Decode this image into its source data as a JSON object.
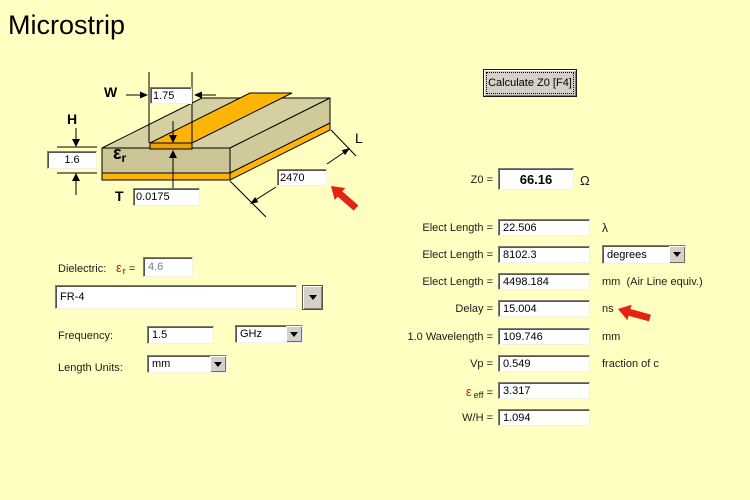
{
  "title": "Microstrip",
  "diagram": {
    "w_label": "W",
    "h_label": "H",
    "t_label": "T",
    "l_label": "L",
    "er_sym": "ε",
    "er_sub": "r",
    "w_value": "1.75",
    "h_value": "1.6",
    "t_value": "0.0175",
    "l_value": "2470"
  },
  "button": {
    "calculate": "Calculate Z0  [F4]"
  },
  "results": {
    "z0": {
      "label": "Z0 =",
      "value": "66.16",
      "unit": "Ω"
    },
    "el1": {
      "label": "Elect Length =",
      "value": "22.506",
      "unit": "λ"
    },
    "el2": {
      "label": "Elect Length =",
      "value": "8102.3",
      "unit": "degrees"
    },
    "el3": {
      "label": "Elect Length =",
      "value": "4498.184",
      "unit": "mm  (Air Line equiv.)"
    },
    "delay": {
      "label": "Delay =",
      "value": "15.004",
      "unit": "ns"
    },
    "wavelength": {
      "label": "1.0 Wavelength =",
      "value": "109.746",
      "unit": "mm"
    },
    "vp": {
      "label": "Vp =",
      "value": "0.549",
      "unit": "fraction of c"
    },
    "eeff": {
      "sym": "ε",
      "sub": "eff",
      "eq": " =",
      "value": "3.317"
    },
    "wh": {
      "label": "W/H =",
      "value": "1.094"
    }
  },
  "panel": {
    "dielectric_label": "Dielectric:",
    "er_sym": "ε",
    "er_sub": "r",
    "er_eq": " =",
    "er_value": "4.6",
    "material": "FR-4",
    "frequency_label": "Frequency:",
    "frequency_value": "1.5",
    "frequency_unit": "GHz",
    "length_units_label": "Length Units:",
    "length_units_value": "mm"
  },
  "colors": {
    "background": "#FFFFC2",
    "substrate": "#D5CFA2",
    "copper": "#FFB408",
    "arrow_red": "#E42313",
    "epsilon_red": "#C22500"
  }
}
